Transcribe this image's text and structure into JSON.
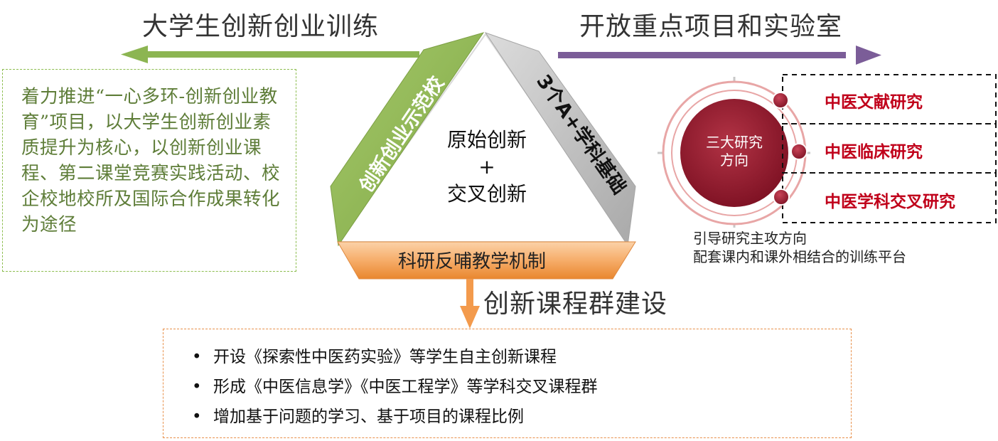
{
  "headings": {
    "left": "大学生创新创业训练",
    "right": "开放重点项目和实验室",
    "bottom": "创新课程群建设"
  },
  "left_box": {
    "text": "着力推进“一心多环-创新创业教育”项目，以大学生创新创业素质提升为核心，以创新创业课程、第二课堂竞赛实践活动、校企校地校所及国际合作成果转化为途径"
  },
  "triangle": {
    "left_side_label": "创新创业示范校",
    "right_side_label": "3个A+学科基础",
    "bottom_bar_label": "科研反哺教学机制",
    "center": {
      "line1": "原始创新",
      "line2": "+",
      "line3": "交叉创新"
    }
  },
  "research": {
    "circle_label_1": "三大研究",
    "circle_label_2": "方向",
    "directions": [
      "中医文献研究",
      "中医临床研究",
      "中医学科交叉研究"
    ],
    "caption_1": "引导研究主攻方向",
    "caption_2": "配套课内和课外相结合的训练平台"
  },
  "courses": {
    "bullet_glyph": "•",
    "items": [
      "开设《探索性中医药实验》等学生自主创新课程",
      "形成《中医信息学》《中医工程学》等学科交叉课程群",
      "增加基于问题的学习、基于项目的课程比例"
    ]
  },
  "colors": {
    "green": "#8cb552",
    "green_light": "#a6c96a",
    "purple": "#7b5d98",
    "gray": "#bcbcbc",
    "orange": "#f39a4c",
    "orange_light": "#f8c08a",
    "dark_red": "#9b1b2e",
    "red_text": "#c0001a"
  }
}
